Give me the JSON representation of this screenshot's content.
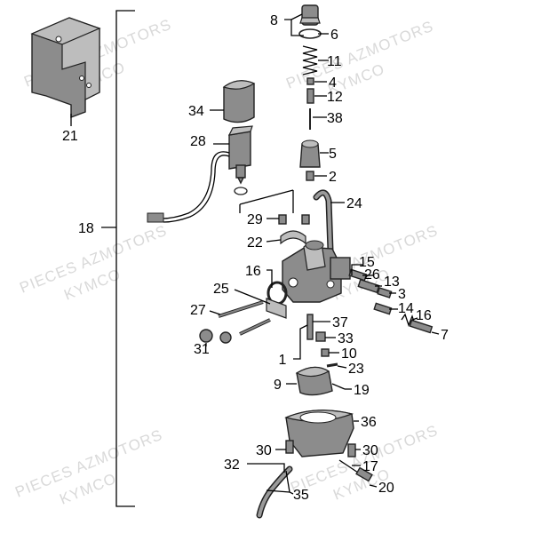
{
  "watermarks": [
    {
      "text": "PIECES AZMOTORS"
    },
    {
      "text": "KYMCO"
    },
    {
      "text": "PIECES AZMOTORS"
    },
    {
      "text": "KYMCO"
    },
    {
      "text": "PIECES AZMOTORS"
    },
    {
      "text": "KYMCO"
    },
    {
      "text": "PIECES AZMOTORS"
    },
    {
      "text": "KYMCO"
    },
    {
      "text": "PIECES AZMOTORS"
    },
    {
      "text": "KYMCO"
    },
    {
      "text": "PIECES AZMOTORS"
    },
    {
      "text": "KYMCO"
    }
  ],
  "callouts": [
    {
      "id": "1",
      "label": "1"
    },
    {
      "id": "2",
      "label": "2"
    },
    {
      "id": "3",
      "label": "3"
    },
    {
      "id": "4",
      "label": "4"
    },
    {
      "id": "5",
      "label": "5"
    },
    {
      "id": "6",
      "label": "6"
    },
    {
      "id": "7",
      "label": "7"
    },
    {
      "id": "8",
      "label": "8"
    },
    {
      "id": "9",
      "label": "9"
    },
    {
      "id": "10",
      "label": "10"
    },
    {
      "id": "11",
      "label": "11"
    },
    {
      "id": "12",
      "label": "12"
    },
    {
      "id": "13",
      "label": "13"
    },
    {
      "id": "14",
      "label": "14"
    },
    {
      "id": "15",
      "label": "15"
    },
    {
      "id": "16a",
      "label": "16"
    },
    {
      "id": "16b",
      "label": "16"
    },
    {
      "id": "17",
      "label": "17"
    },
    {
      "id": "18",
      "label": "18"
    },
    {
      "id": "19",
      "label": "19"
    },
    {
      "id": "20",
      "label": "20"
    },
    {
      "id": "21",
      "label": "21"
    },
    {
      "id": "22",
      "label": "22"
    },
    {
      "id": "23",
      "label": "23"
    },
    {
      "id": "24",
      "label": "24"
    },
    {
      "id": "25",
      "label": "25"
    },
    {
      "id": "26",
      "label": "26"
    },
    {
      "id": "27",
      "label": "27"
    },
    {
      "id": "28",
      "label": "28"
    },
    {
      "id": "29",
      "label": "29"
    },
    {
      "id": "30a",
      "label": "30"
    },
    {
      "id": "30b",
      "label": "30"
    },
    {
      "id": "31",
      "label": "31"
    },
    {
      "id": "32",
      "label": "32"
    },
    {
      "id": "33",
      "label": "33"
    },
    {
      "id": "34",
      "label": "34"
    },
    {
      "id": "35",
      "label": "35"
    },
    {
      "id": "36",
      "label": "36"
    },
    {
      "id": "37",
      "label": "37"
    },
    {
      "id": "38",
      "label": "38"
    }
  ]
}
